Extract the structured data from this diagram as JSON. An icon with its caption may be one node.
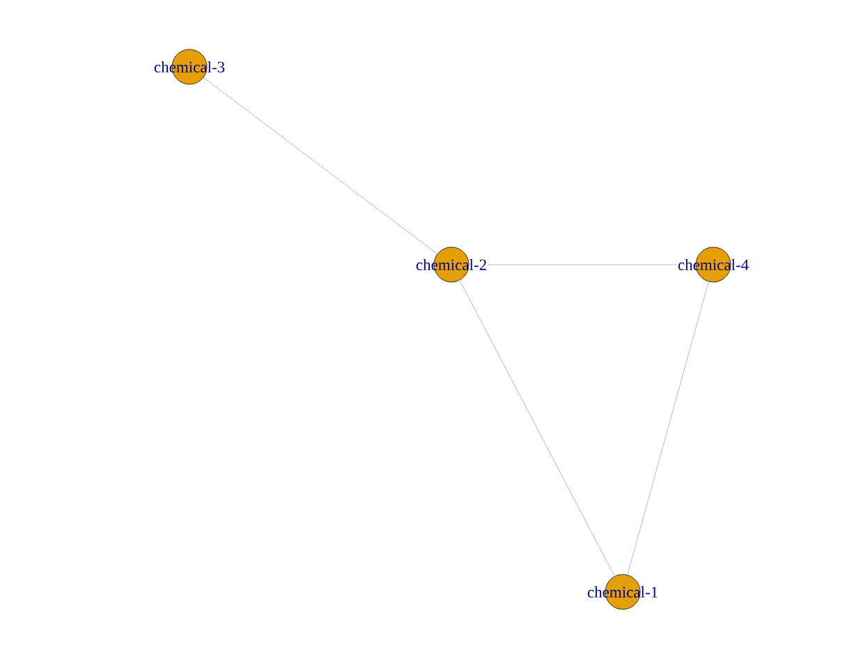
{
  "diagram": {
    "nodes": [
      {
        "text": [
          "chemical-1"
        ]
      },
      {
        "text": [
          "chemical-2"
        ]
      },
      {
        "text": [
          "chemical-3"
        ]
      },
      {
        "text": [
          "chemical-4"
        ]
      }
    ],
    "edges": [
      {
        "from": 2,
        "to": 1,
        "arrow": "none"
      },
      {
        "from": 1,
        "to": 3,
        "arrow": "none"
      },
      {
        "from": 1,
        "to": 0,
        "arrow": "none"
      },
      {
        "from": 3,
        "to": 0,
        "arrow": "none"
      }
    ]
  }
}
